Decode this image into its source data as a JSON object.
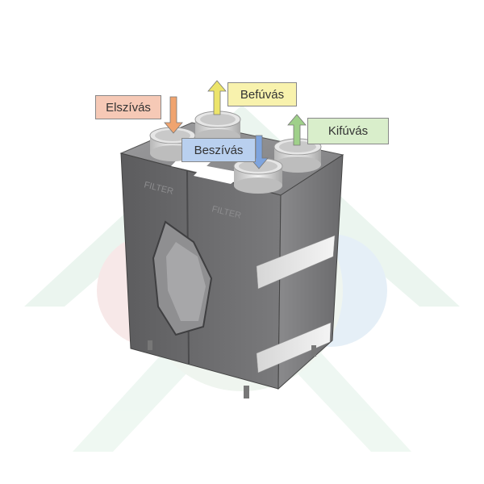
{
  "labels": {
    "extract": "Elszívás",
    "supply": "Befúvás",
    "exhaust": "Kifúvás",
    "intake": "Beszívás"
  },
  "unit_markings": {
    "filter_1": "FILTER",
    "filter_2": "FILTER"
  },
  "colors": {
    "extract": "#f6c9b6",
    "supply": "#f8f2ad",
    "exhaust": "#d9eecb",
    "intake": "#b9d0ef",
    "arrow_orange": "#f0a46f",
    "arrow_yellow": "#ece46a",
    "arrow_green": "#9fd08a",
    "arrow_blue": "#7ea4de",
    "watermark": "#e9f5ee"
  }
}
